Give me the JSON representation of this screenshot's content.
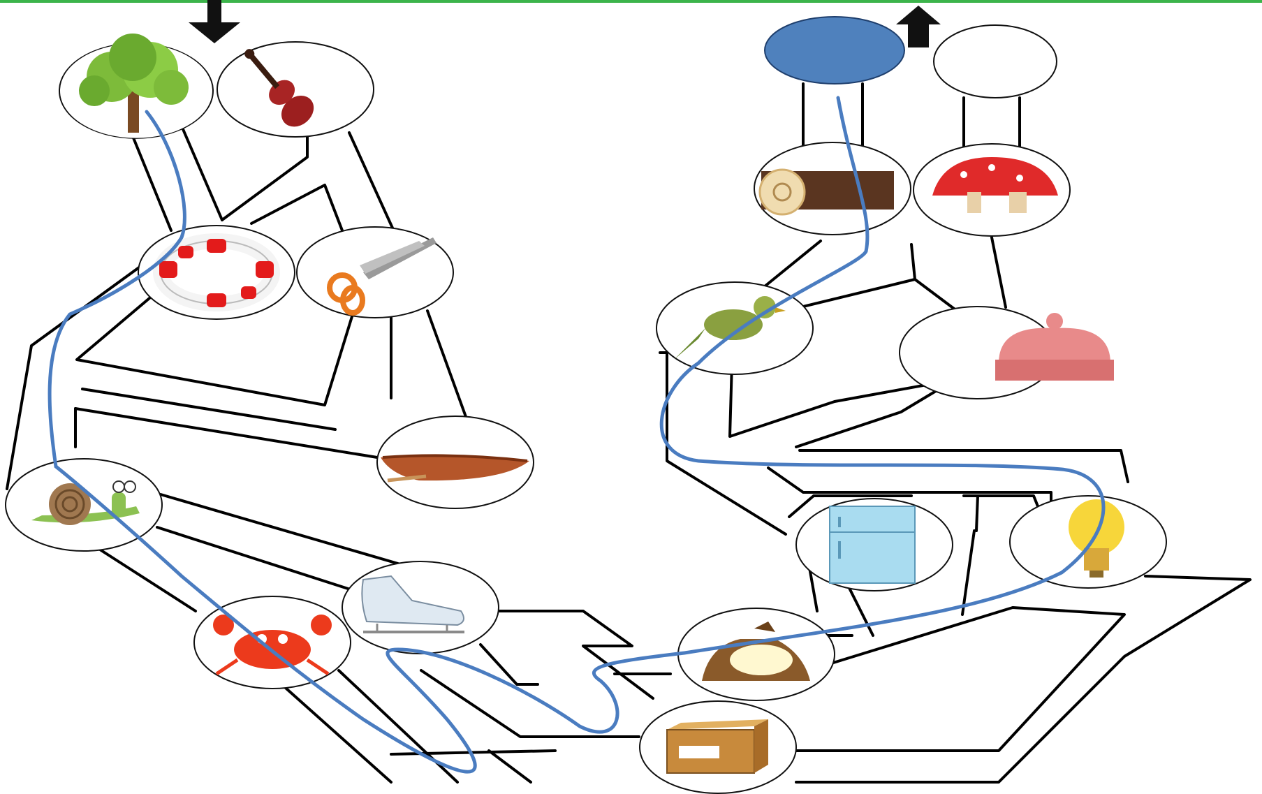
{
  "game": {
    "type": "picture maze",
    "entry_arrow": "down-arrow",
    "exit_arrow": "up-arrow",
    "accent_color": "#4f81bd",
    "top_bar_color": "#3cb44b",
    "solution_path_color": "#4a7cc0"
  },
  "nodes": [
    {
      "id": "tree",
      "icon": "tree-icon"
    },
    {
      "id": "violin",
      "icon": "violin-icon"
    },
    {
      "id": "lifebuoy",
      "icon": "lifebuoy-icon"
    },
    {
      "id": "scissors",
      "icon": "scissors-icon"
    },
    {
      "id": "boat",
      "icon": "boat-icon"
    },
    {
      "id": "snail",
      "icon": "snail-icon"
    },
    {
      "id": "ice-skate",
      "icon": "ice-skate-icon"
    },
    {
      "id": "crab",
      "icon": "crab-icon"
    },
    {
      "id": "crate",
      "icon": "crate-icon"
    },
    {
      "id": "sack",
      "icon": "sack-icon"
    },
    {
      "id": "fridge",
      "icon": "fridge-icon"
    },
    {
      "id": "lightbulb",
      "icon": "lightbulb-icon"
    },
    {
      "id": "bird",
      "icon": "bird-icon"
    },
    {
      "id": "hat",
      "icon": "hat-icon"
    },
    {
      "id": "bread",
      "icon": "bread-icon"
    },
    {
      "id": "mushrooms",
      "icon": "mushrooms-icon"
    },
    {
      "id": "exit-filled",
      "icon": "blue-oval"
    },
    {
      "id": "exit-empty",
      "icon": "empty-oval"
    }
  ],
  "solution_order": [
    "tree",
    "lifebuoy",
    "snail",
    "crab",
    "ice-skate",
    "sack",
    "lightbulb",
    "bird",
    "bread",
    "exit-filled"
  ]
}
